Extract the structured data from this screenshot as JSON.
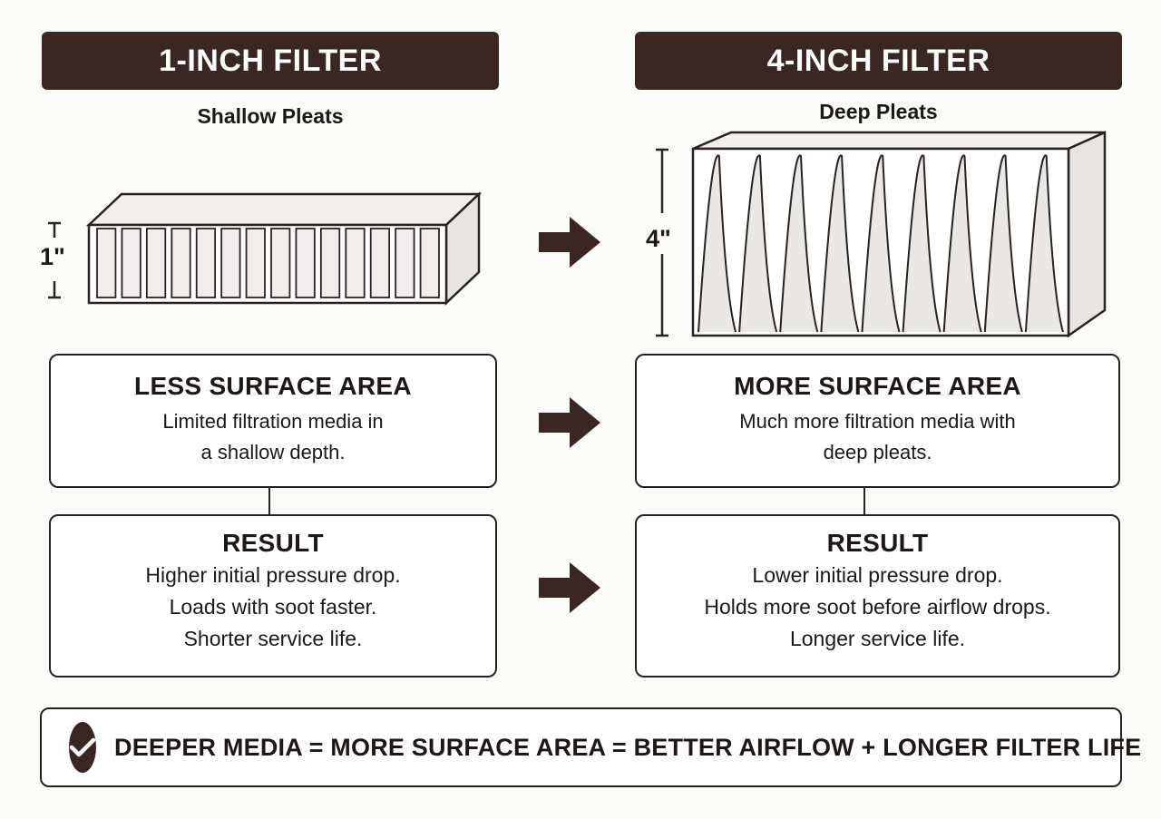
{
  "left": {
    "header": "1-INCH FILTER",
    "subtitle": "Shallow Pleats",
    "dimension": "1\"",
    "surface_title": "LESS SURFACE AREA",
    "surface_text": [
      "Limited filtration media in",
      "a shallow depth."
    ],
    "result_title": "RESULT",
    "result_lines": [
      "Higher initial pressure drop.",
      "Loads with soot faster.",
      "Shorter service life."
    ]
  },
  "right": {
    "header": "4-INCH FILTER",
    "subtitle": "Deep Pleats",
    "dimension": "4\"",
    "surface_title": "MORE SURFACE AREA",
    "surface_text": [
      "Much more filtration media with",
      "deep pleats."
    ],
    "result_title": "RESULT",
    "result_lines": [
      "Lower initial pressure drop.",
      "Holds more soot before airflow drops.",
      "Longer service life."
    ]
  },
  "footer": {
    "text": "DEEPER MEDIA = MORE SURFACE AREA = BETTER AIRFLOW + LONGER FILTER LIFE",
    "icon": "checkmark-icon"
  },
  "colors": {
    "header_bg": "#3a2623",
    "arrow": "#3a2623",
    "outline": "#2a2220"
  }
}
